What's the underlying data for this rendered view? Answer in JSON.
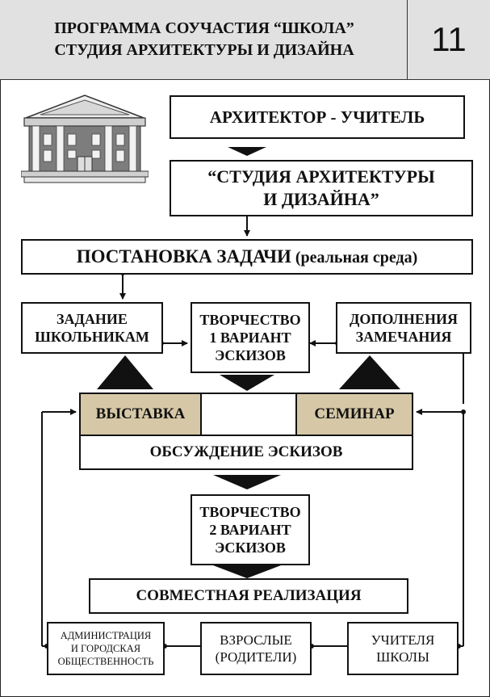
{
  "header": {
    "title": "ПРОГРАММА СОУЧАСТИЯ  “ШКОЛА”\nСТУДИЯ АРХИТЕКТУРЫ И ДИЗАЙНА",
    "page_number": "11"
  },
  "nodes": {
    "architect_teacher": "АРХИТЕКТОР - УЧИТЕЛЬ",
    "studio": "“СТУДИЯ  АРХИТЕКТУРЫ\nИ ДИЗАЙНА”",
    "task_setting": "ПОСТАНОВКА ЗАДАЧИ",
    "task_setting_note": " (реальная среда)",
    "assignment": "ЗАДАНИЕ\nШКОЛЬНИКАМ",
    "creativity_1": "ТВОРЧЕСТВО\n1 ВАРИАНТ\nЭСКИЗОВ",
    "additions": "ДОПОЛНЕНИЯ\nЗАМЕЧАНИЯ",
    "exhibition": "ВЫСТАВКА",
    "seminar": "СЕМИНАР",
    "discussion": "ОБСУЖДЕНИЕ ЭСКИЗОВ",
    "creativity_2": "ТВОРЧЕСТВО\n2 ВАРИАНТ\nЭСКИЗОВ",
    "joint_implementation": "СОВМЕСТНАЯ РЕАЛИЗАЦИЯ",
    "administration": "АДМИНИСТРАЦИЯ\nИ ГОРОДСКАЯ\nОБЩЕСТВЕННОСТЬ",
    "adults": "ВЗРОСЛЫЕ\n(РОДИТЕЛИ)",
    "teachers": "УЧИТЕЛЯ\nШКОЛЫ"
  },
  "colors": {
    "header_bg": "#e1e1e1",
    "highlight": "#d6c8a6",
    "line": "#111111"
  },
  "icons": [
    "building-icon"
  ]
}
